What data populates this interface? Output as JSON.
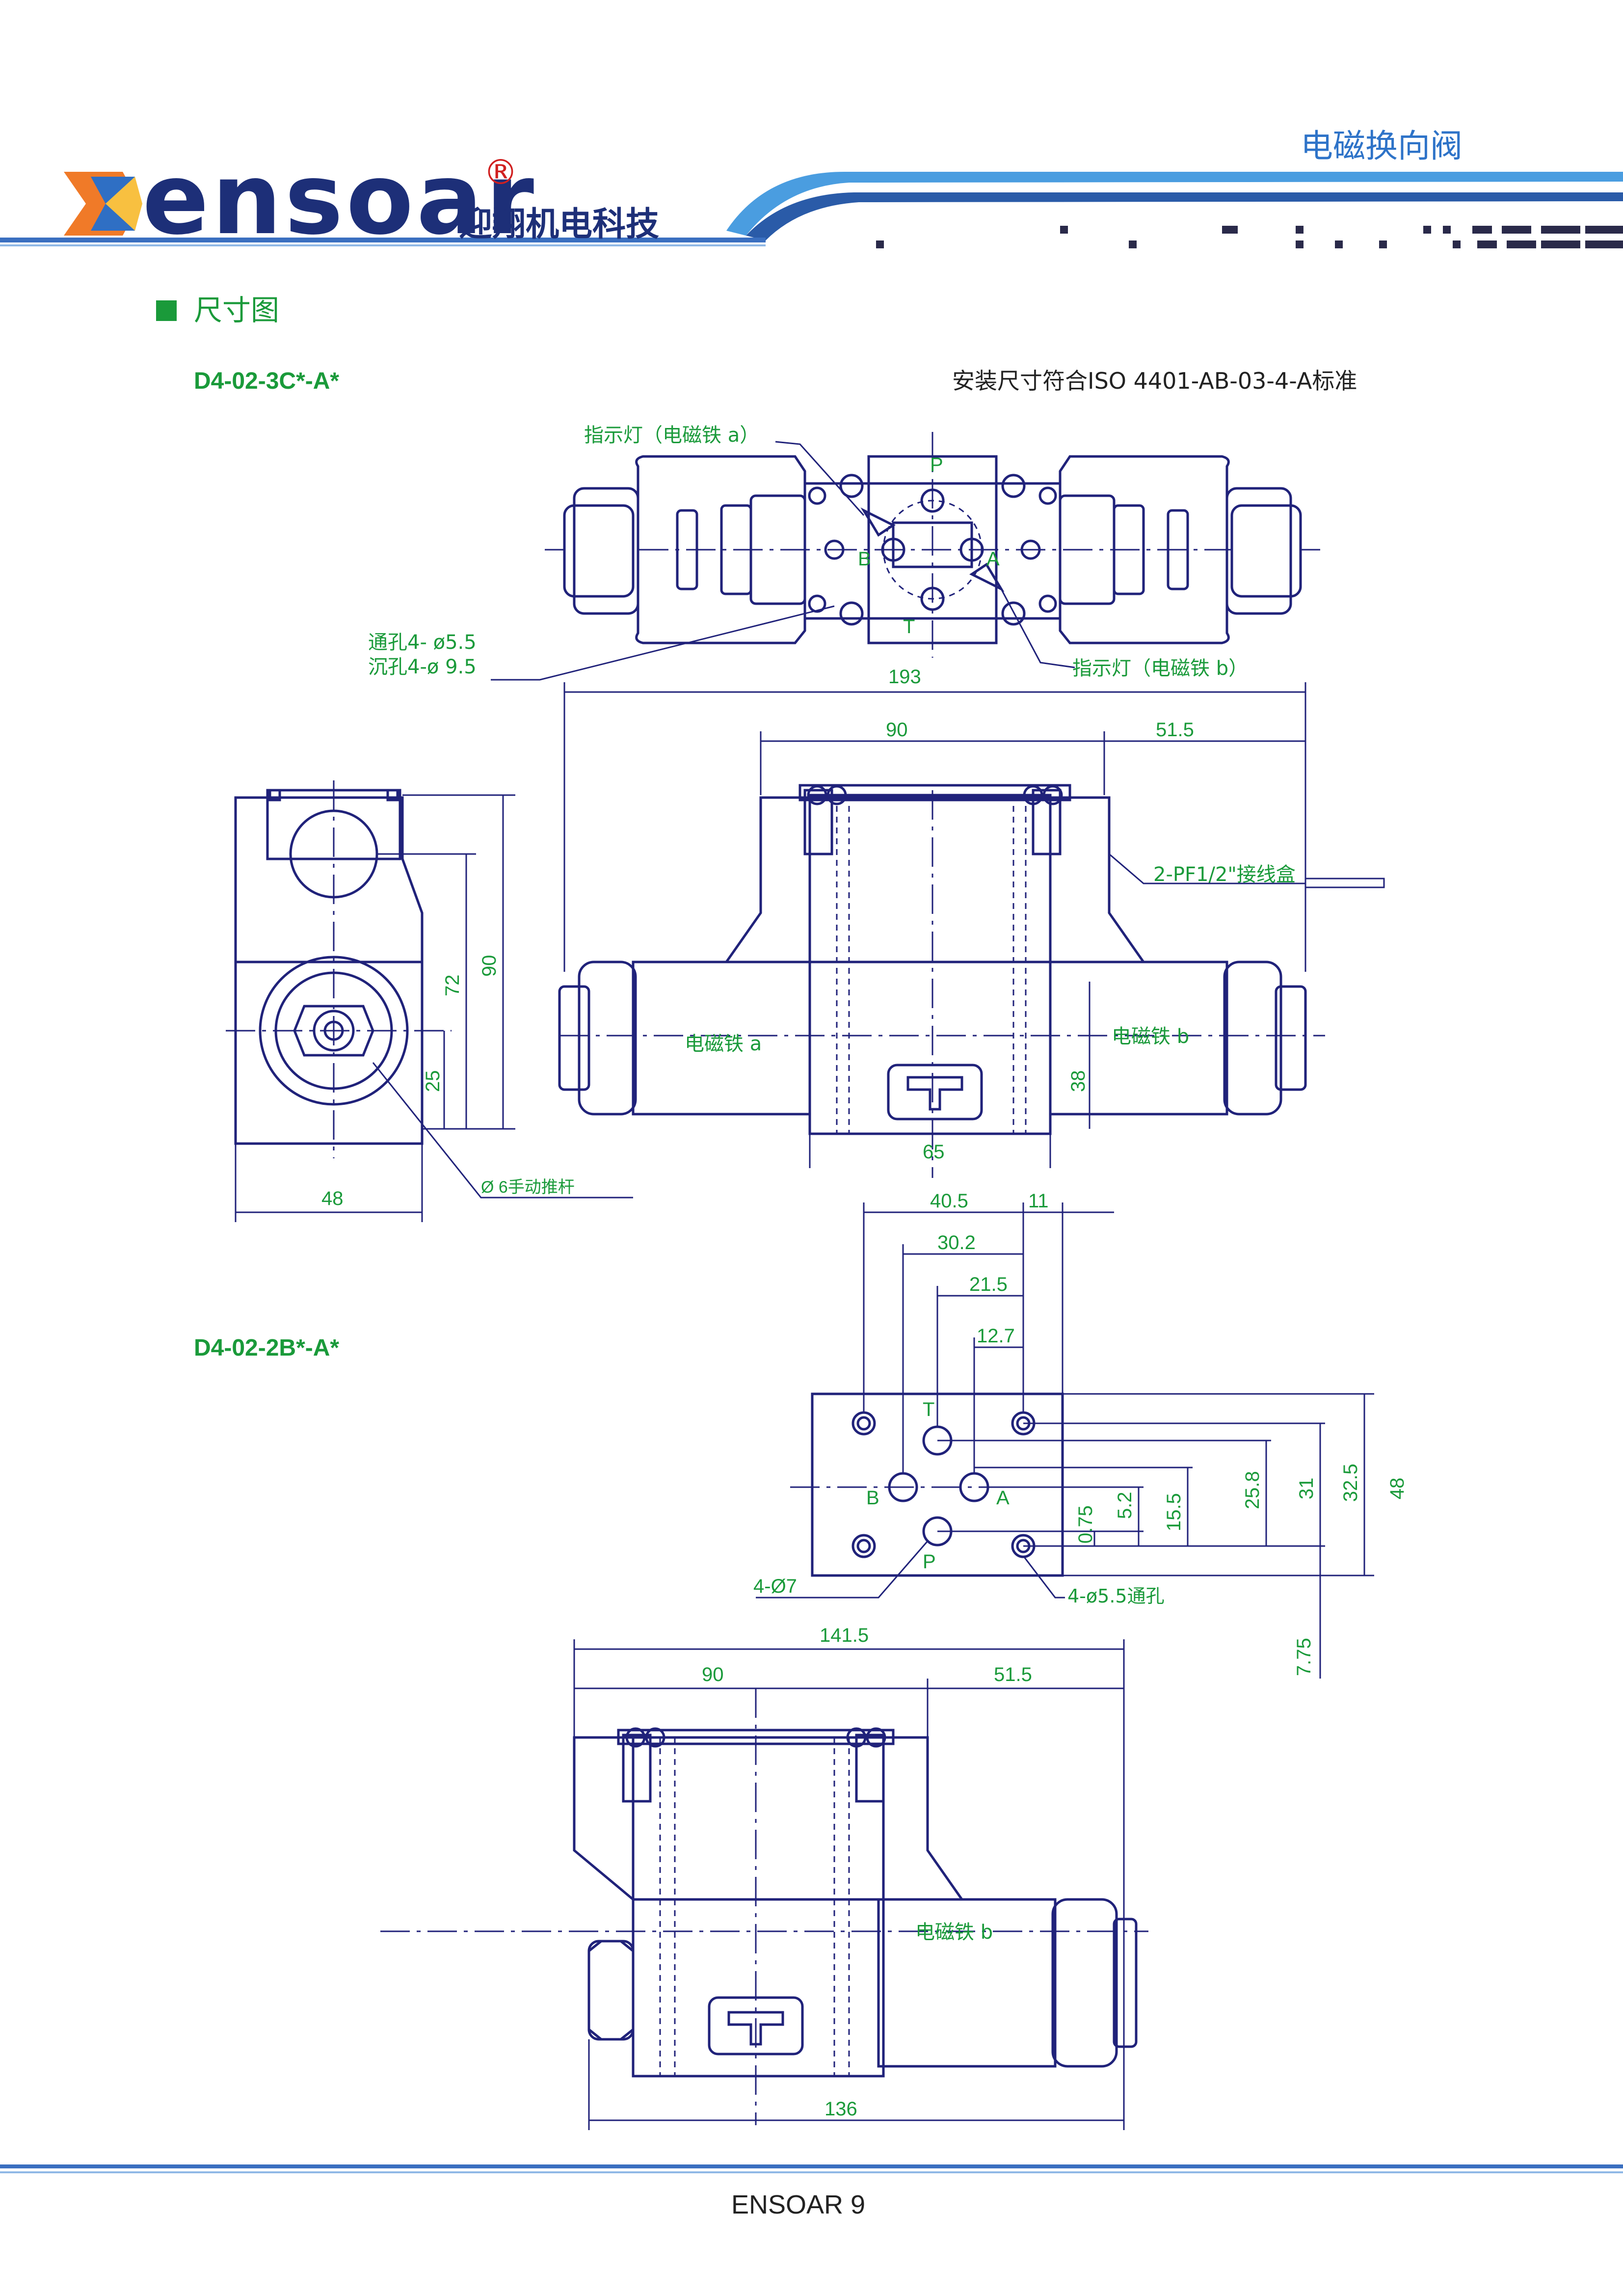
{
  "header": {
    "brand": "ensoar",
    "registered": "®",
    "company_cn": "迎翔机电科技",
    "product": "电磁换向阀"
  },
  "section": {
    "title": "尺寸图"
  },
  "model_1": "D4-02-3C*-A*",
  "model_2": "D4-02-2B*-A*",
  "standard_note": "安装尺寸符合ISO 4401-AB-03-4-A标准",
  "labels": {
    "indicator_a": "指示灯（电磁铁 a）",
    "indicator_b": "指示灯（电磁铁 b）",
    "through_hole": "通孔4- ø5.5",
    "counter_bore": "沉孔4-ø 9.5",
    "wire_box": "2-PF1/2\"接线盒",
    "solenoid_a": "电磁铁 a",
    "solenoid_b": "电磁铁 b",
    "solenoid_b2": "电磁铁 b",
    "push_rod": "Ø 6手动推杆",
    "port_p": "P",
    "port_a": "A",
    "port_b": "B",
    "port_t": "T",
    "port_t2": "T",
    "port_b2": "B",
    "port_a2": "A",
    "port_p2": "P",
    "hole_7": "4-Ø7",
    "hole_55": "4-ø5.5通孔"
  },
  "dims": {
    "d193": "193",
    "d90": "90",
    "d51_5": "51.5",
    "d72": "72",
    "d90v": "90",
    "d25": "25",
    "d38": "38",
    "d65": "65",
    "d48": "48",
    "d40_5": "40.5",
    "d11": "11",
    "d30_2": "30.2",
    "d21_5": "21.5",
    "d12_7": "12.7",
    "d0_75": "0.75",
    "d5_2": "5.2",
    "d15_5": "15.5",
    "d25_8": "25.8",
    "d31": "31",
    "d32_5": "32.5",
    "d48v": "48",
    "d7_75": "7.75",
    "d141_5": "141.5",
    "d90b": "90",
    "d51_5b": "51.5",
    "d136": "136"
  },
  "footer": {
    "page": "ENSOAR 9"
  }
}
